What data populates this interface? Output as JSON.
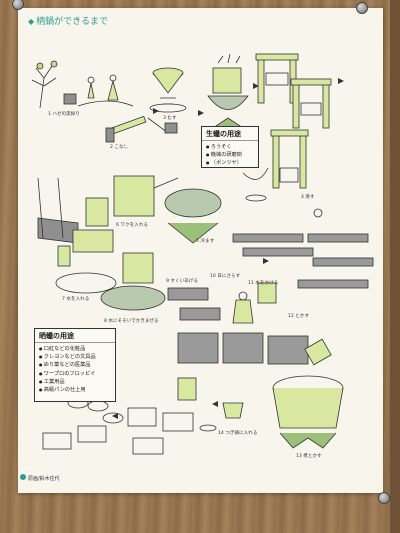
{
  "poster": {
    "title": "柄鍋ができるまで",
    "credit": "原画/鈴木住代"
  },
  "boxes": {
    "top": {
      "title": "生蠟の用途",
      "items": [
        "ろうそく",
        "機械の研磨剤",
        "（ポンツヤ）"
      ]
    },
    "bottom": {
      "title": "晒蠟の用途",
      "items": [
        "口紅などの化粧品",
        "クレヨンなどの文具品",
        "ぬり薬などの医薬品",
        "ワープロのフロッピイ",
        "工業用品",
        "高級パンの仕上用"
      ]
    }
  },
  "captions": {
    "step1": "1 ハゼの実採り",
    "step2": "2 こなし",
    "step3": "3 むす",
    "step4": "4 蒸す",
    "step5": "5 冷ます",
    "step6": "6 ワクを入れる",
    "step7": "7 水を入れる",
    "step8": "8 水にそそいでかきまぜる",
    "step9": "9 すくいあげる",
    "step10": "10 日にさらす",
    "step11": "11 水をかける",
    "step12": "12 とかす",
    "step13": "13 煮とかす",
    "step14": "14 つぎ鍋に入れる"
  },
  "colors": {
    "accent": "#2e9c96",
    "illustration_fill": "#d8e8a0",
    "ink": "#333333"
  }
}
